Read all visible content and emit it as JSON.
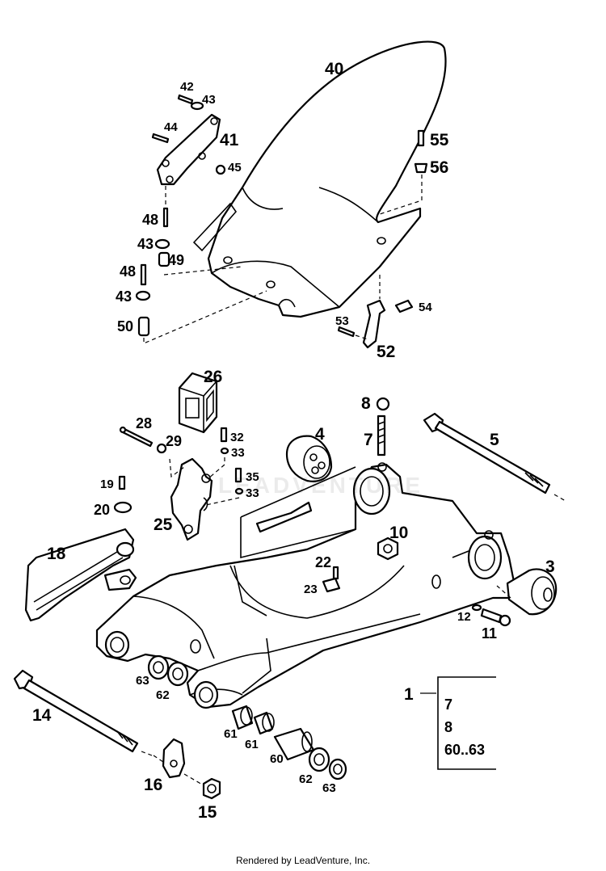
{
  "parts": {
    "p40": "40",
    "p42": "42",
    "p43a": "43",
    "p44": "44",
    "p41": "41",
    "p45": "45",
    "p55": "55",
    "p56": "56",
    "p48a": "48",
    "p43b": "43",
    "p49": "49",
    "p48b": "48",
    "p43c": "43",
    "p50": "50",
    "p53": "53",
    "p54": "54",
    "p52": "52",
    "p26": "26",
    "p8": "8",
    "p28": "28",
    "p29": "29",
    "p32": "32",
    "p33a": "33",
    "p4": "4",
    "p7": "7",
    "p5": "5",
    "p19": "19",
    "p35": "35",
    "p33b": "33",
    "p20": "20",
    "p25": "25",
    "p10": "10",
    "p18": "18",
    "p22": "22",
    "p23": "23",
    "p3": "3",
    "p12": "12",
    "p11": "11",
    "p63a": "63",
    "p62a": "62",
    "p14": "14",
    "p61a": "61",
    "p61b": "61",
    "p60": "60",
    "p62b": "62",
    "p63b": "63",
    "p16": "16",
    "p15": "15"
  },
  "kit": {
    "number": "1",
    "items": [
      "7",
      "8",
      "60..63"
    ]
  },
  "watermark": "LEADVENTURE",
  "footer": "Rendered by LeadVenture, Inc."
}
